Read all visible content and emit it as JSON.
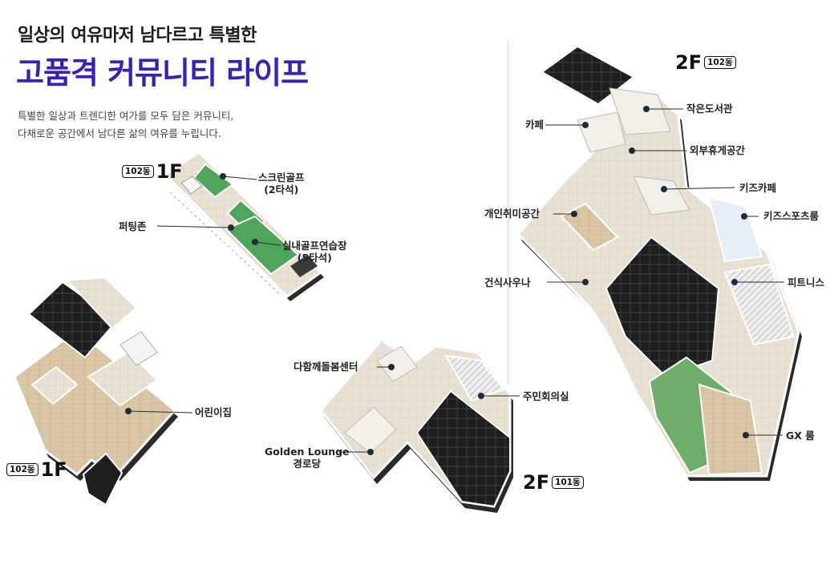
{
  "header": {
    "subtitle": "일상의 여유마저 남다르고 특별한",
    "title": "고품격 커뮤니티 라이프",
    "description": [
      "특별한 일상과 트렌디한 여가를 모두 담은 커뮤니티,",
      "다채로운 공간에서 남다른 삶의 여유를 누립니다."
    ]
  },
  "floors": {
    "f1_102_top": {
      "floor": "1F",
      "building": "102동"
    },
    "f1_102_bottom": {
      "floor": "1F",
      "building": "102동"
    },
    "f2_101": {
      "floor": "2F",
      "building": "101동"
    },
    "f2_102": {
      "floor": "2F",
      "building": "102동"
    }
  },
  "labels": {
    "screen_golf": [
      "스크린골프",
      "(2타석)"
    ],
    "putting_zone": "퍼팅존",
    "indoor_golf": [
      "실내골프연습장",
      "(5타석)"
    ],
    "daycare": "어린이집",
    "childcare_center": "다함께돌봄센터",
    "resident_meeting": "주민회의실",
    "golden_lounge": [
      "Golden Lounge",
      "경로당"
    ],
    "cafe": "카페",
    "small_library": "작은도서관",
    "outdoor_lounge": "외부휴게공간",
    "kids_cafe": "키즈카페",
    "hobby_space": "개인취미공간",
    "kids_sports": "키즈스포츠룸",
    "dry_sauna": "건식사우나",
    "fitness": "피트니스",
    "gx_room": "GX 룸"
  },
  "colors": {
    "title_accent": "#3a1fb8",
    "marker": "#1b2a4a",
    "floor_plan_floor": "#e9e1d2",
    "floor_plan_wall": "#ffffff",
    "dark_core": "#1e1e1e",
    "golf_green": "#4fa65a"
  }
}
